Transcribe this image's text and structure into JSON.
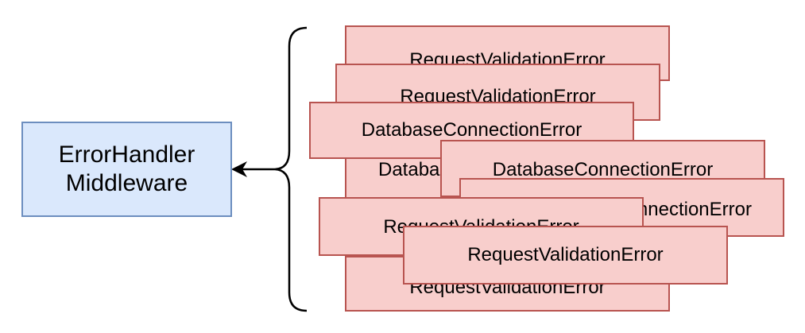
{
  "handler": {
    "line1": "ErrorHandler",
    "line2": "Middleware"
  },
  "errors": [
    {
      "label": "RequestValidationError"
    },
    {
      "label": "RequestValidationError"
    },
    {
      "label": "DatabaseConnectionError"
    },
    {
      "label": "DatabaseConnectionError"
    },
    {
      "label": "DatabaseConnectionError"
    },
    {
      "label": "DatabaseConnectionError"
    },
    {
      "label": "RequestValidationError"
    },
    {
      "label": "RequestValidationError"
    },
    {
      "label": "RequestValidationError"
    }
  ],
  "colors": {
    "error_fill": "#f8cecc",
    "error_stroke": "#b85450",
    "handler_fill": "#dae8fc",
    "handler_stroke": "#6c8ebf"
  }
}
